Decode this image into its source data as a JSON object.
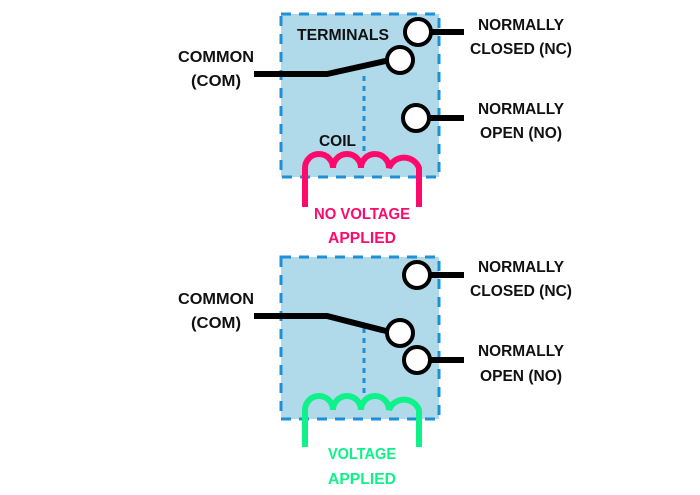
{
  "colors": {
    "box_fill": "#b0d9ea",
    "box_border": "#1e90d8",
    "wire": "#000000",
    "terminal_fill": "#ffffff",
    "coil_off": "#ff0a6c",
    "coil_on": "#0ff28a",
    "text": "#111111"
  },
  "panels": [
    {
      "state": "no-voltage",
      "common_label": [
        "COMMON",
        "(COM)"
      ],
      "nc_label": [
        "NORMALLY",
        "CLOSED (NC)"
      ],
      "no_label": [
        "NORMALLY",
        "OPEN (NO)"
      ],
      "terminals_label": "TERMINALS",
      "coil_label": "COIL",
      "status_label": [
        "NO VOLTAGE",
        "APPLIED"
      ],
      "switch_connected_to": "NC"
    },
    {
      "state": "voltage",
      "common_label": [
        "COMMON",
        "(COM)"
      ],
      "nc_label": [
        "NORMALLY",
        "CLOSED (NC)"
      ],
      "no_label": [
        "NORMALLY",
        "OPEN (NO)"
      ],
      "status_label": [
        "VOLTAGE",
        "APPLIED"
      ],
      "switch_connected_to": "NO"
    }
  ]
}
